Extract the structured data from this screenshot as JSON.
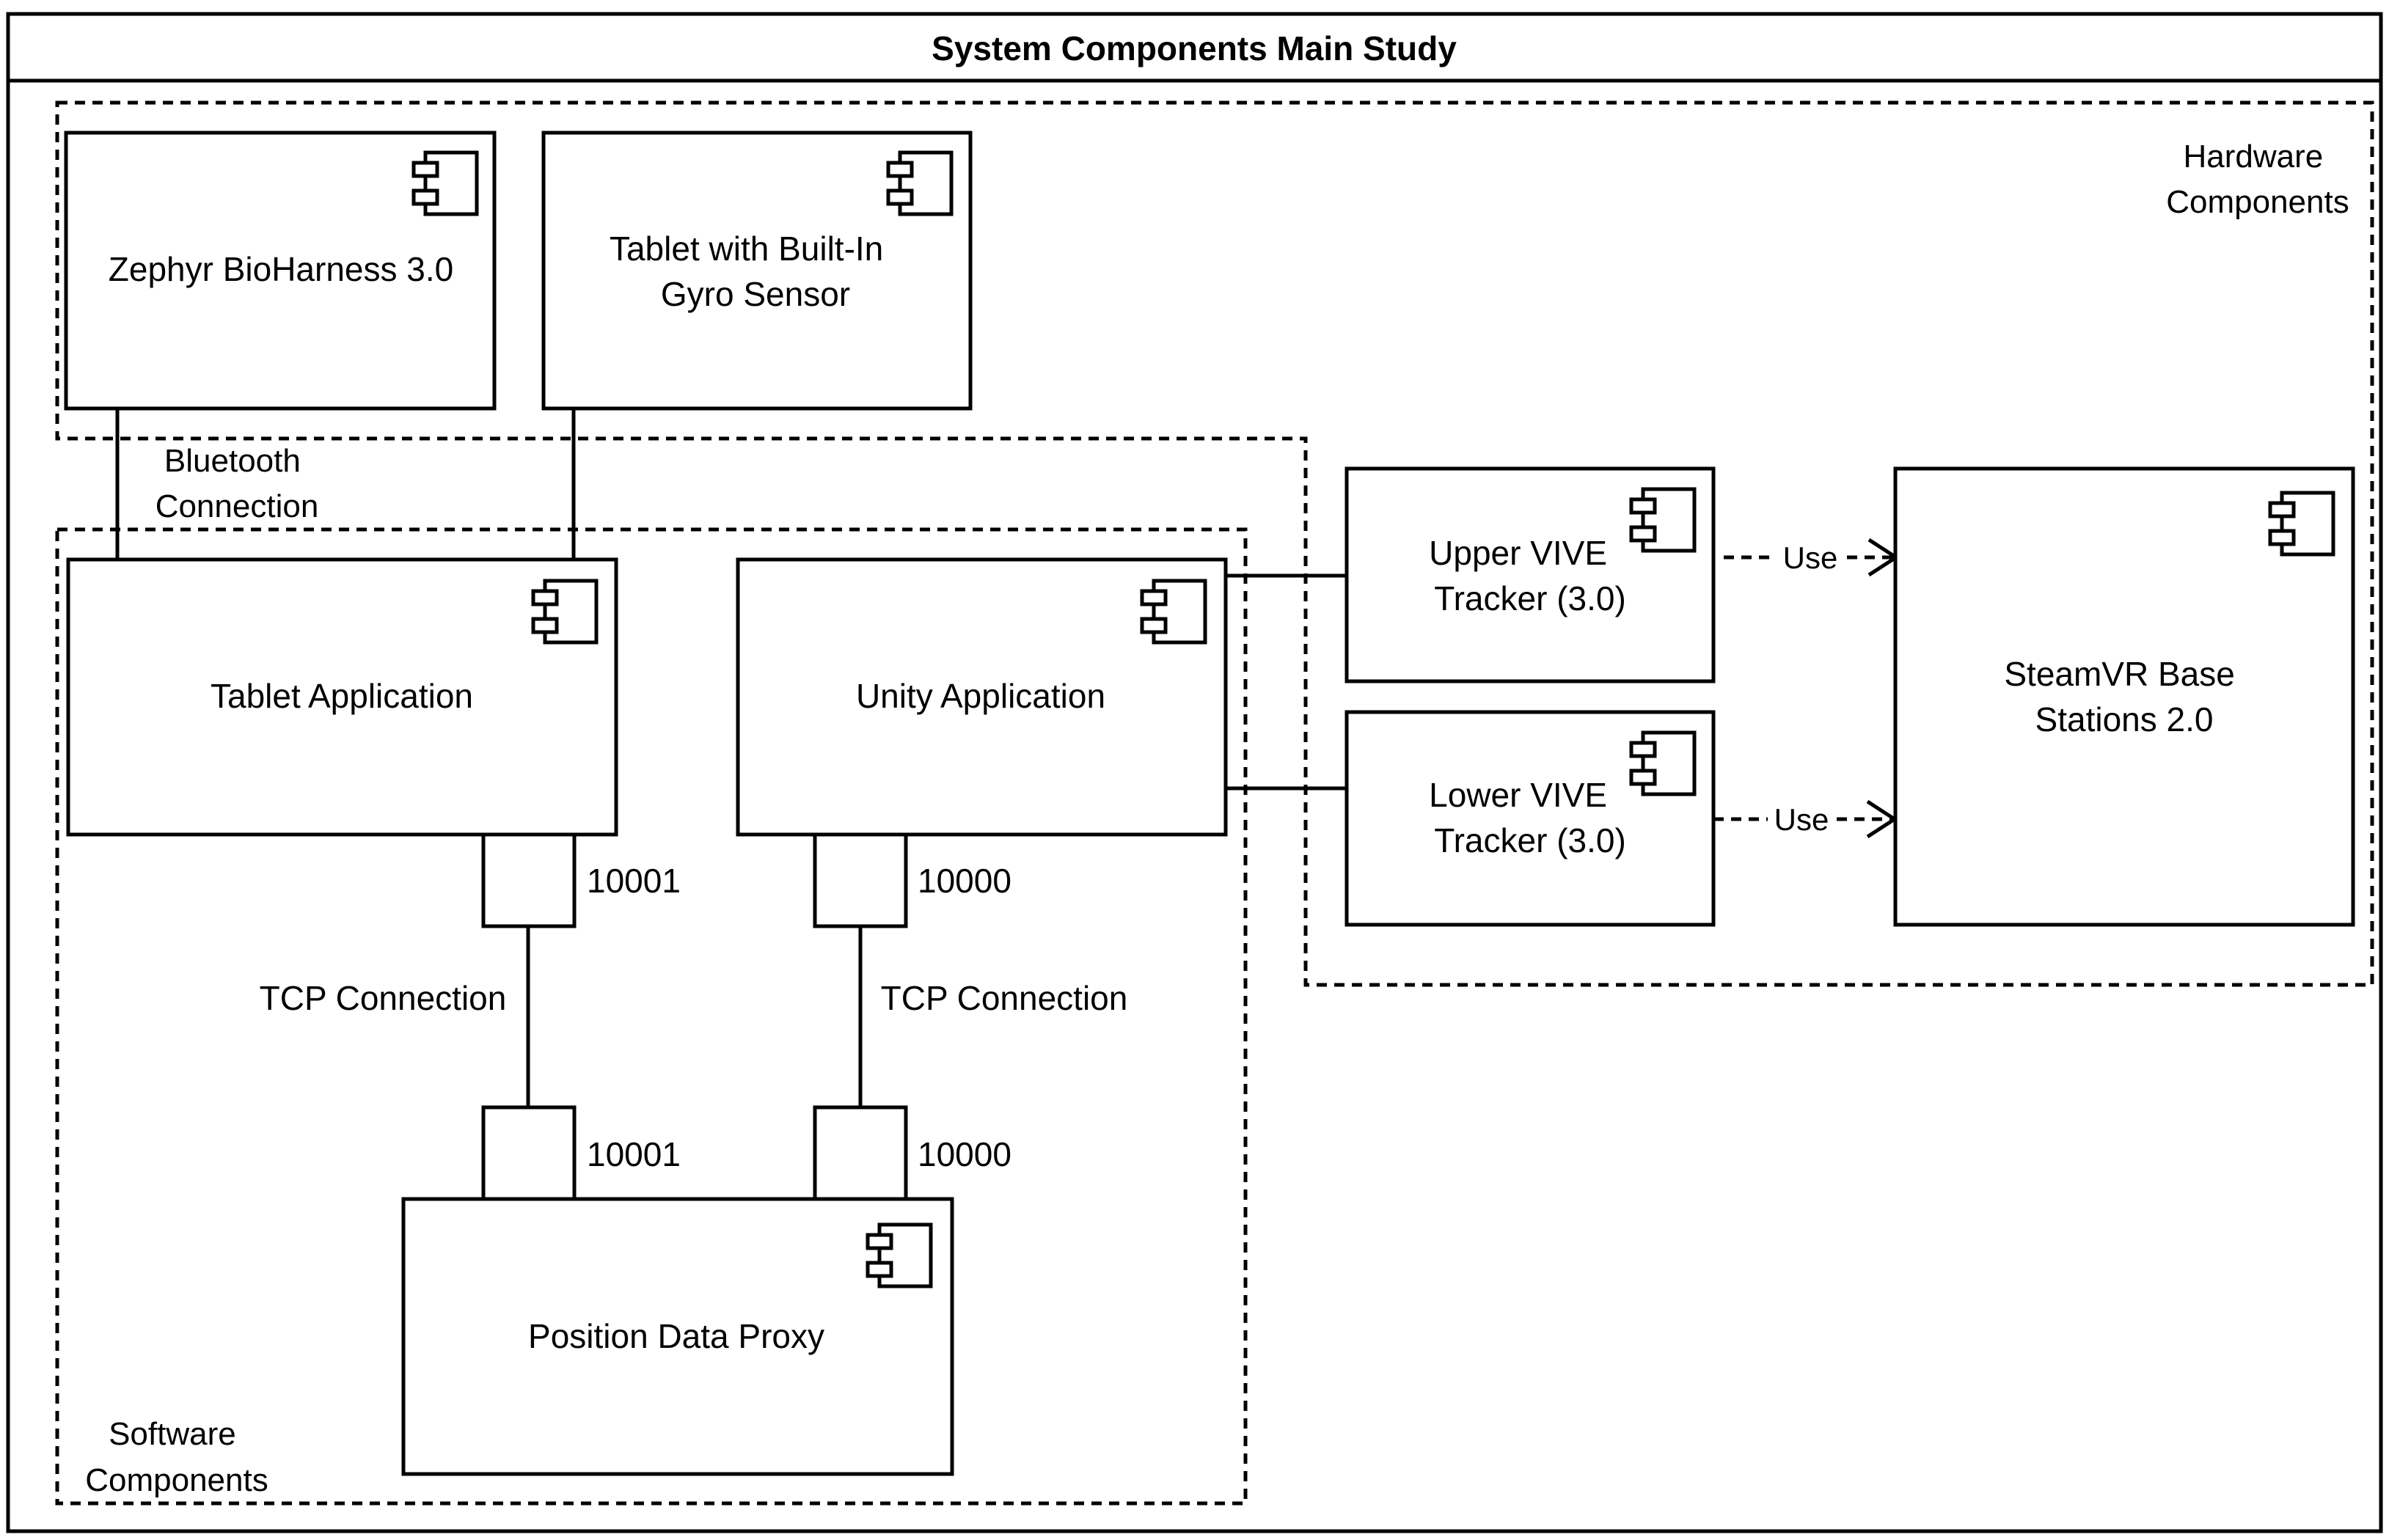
{
  "title": "System Components Main Study",
  "groups": {
    "hardware": [
      "Hardware",
      "Components"
    ],
    "software": [
      "Software",
      "Components"
    ]
  },
  "components": {
    "zephyr": [
      "Zephyr BioHarness 3.0"
    ],
    "tablet_device": [
      "Tablet with Built-In",
      "Gyro Sensor"
    ],
    "tablet_app": [
      "Tablet Application"
    ],
    "unity_app": [
      "Unity Application"
    ],
    "upper_tracker": [
      "Upper VIVE",
      "Tracker (3.0)"
    ],
    "lower_tracker": [
      "Lower VIVE",
      "Tracker (3.0)"
    ],
    "base_stations": [
      "SteamVR Base",
      "Stations 2.0"
    ],
    "proxy": [
      "Position Data Proxy"
    ]
  },
  "ports": {
    "tablet_out": "10001",
    "unity_out": "10000",
    "proxy_in_tablet": "10001",
    "proxy_in_unity": "10000"
  },
  "connections": {
    "bluetooth": [
      "Bluetooth",
      "Connection"
    ],
    "tcp_left": "TCP Connection",
    "tcp_right": "TCP Connection",
    "use_upper": "Use",
    "use_lower": "Use"
  }
}
